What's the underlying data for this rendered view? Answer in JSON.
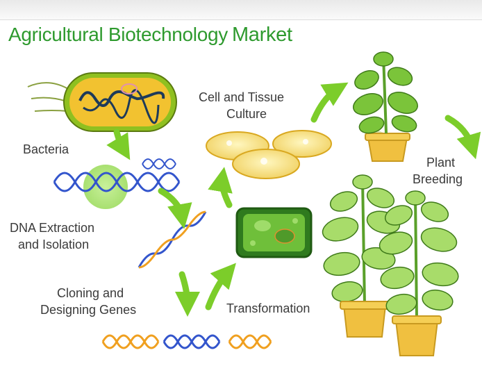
{
  "title": {
    "part1": "Agricultural Biotechnology",
    "part2": "Market"
  },
  "labels": {
    "bacteria": "Bacteria",
    "dna_1": "DNA Extraction",
    "dna_2": "and Isolation",
    "cloning_1": "Cloning and",
    "cloning_2": "Designing Genes",
    "transformation": "Transformation",
    "cell_1": "Cell and Tissue",
    "cell_2": "Culture",
    "plant_1": "Plant",
    "plant_2": "Breeding"
  },
  "colors": {
    "title": "#2e9a2e",
    "arrow": "#7ccd2a",
    "label": "#3a3a3a",
    "dna_blue": "#3355cc",
    "dna_orange": "#f0a020"
  }
}
